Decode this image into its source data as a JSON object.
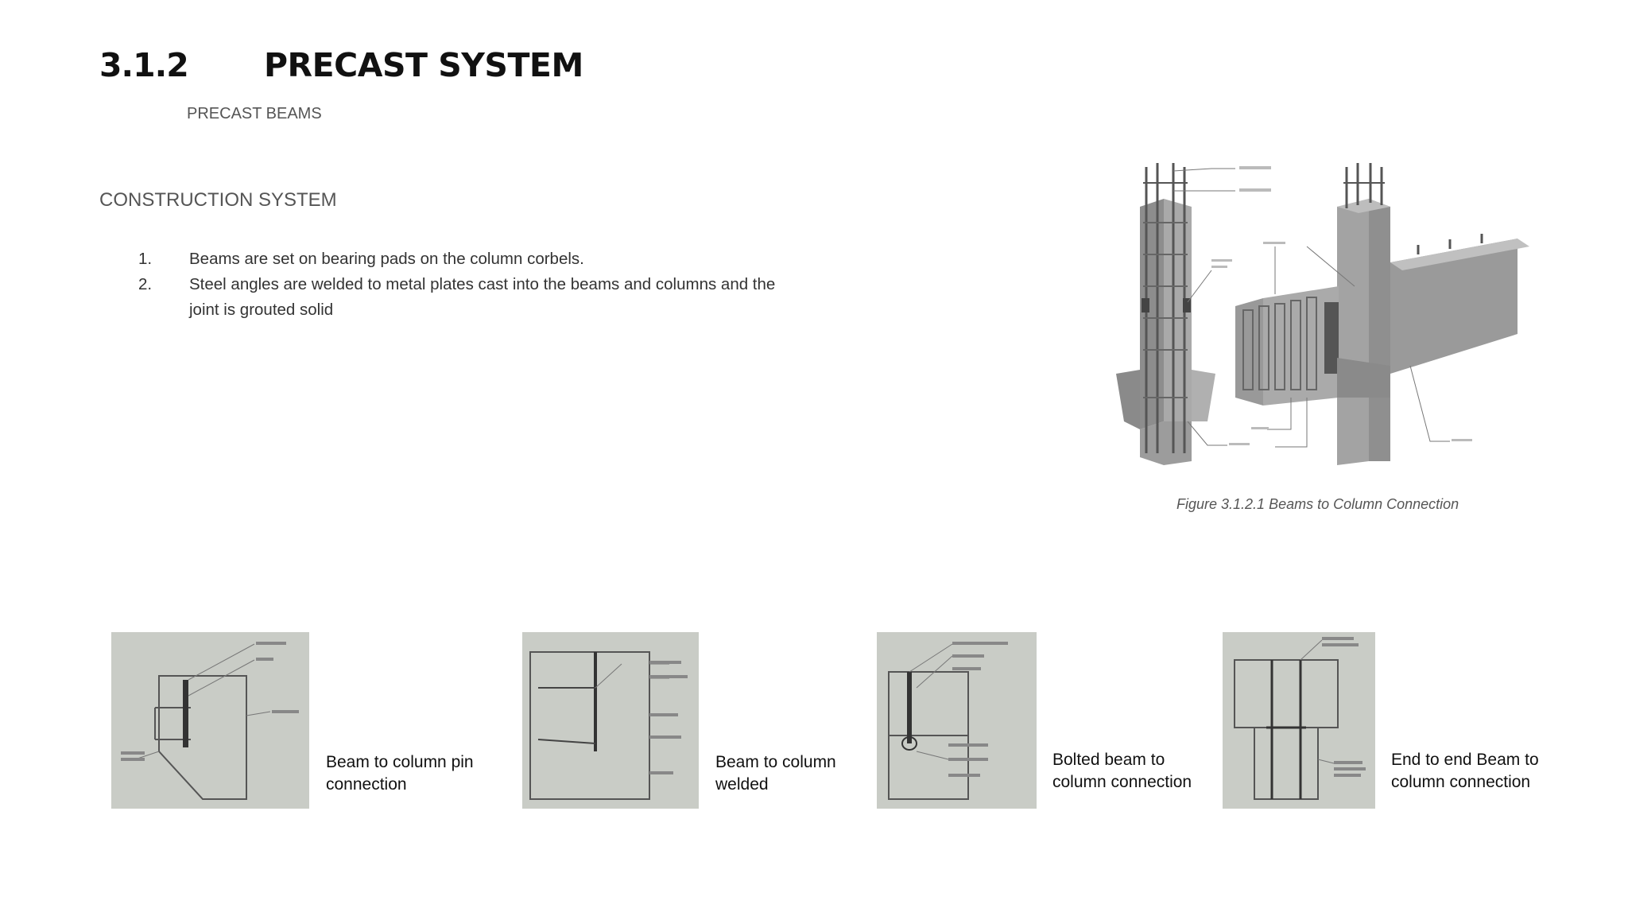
{
  "header": {
    "section_number": "3.1.2",
    "title": "PRECAST SYSTEM",
    "subtitle": "PRECAST BEAMS"
  },
  "construction": {
    "label": "CONSTRUCTION SYSTEM",
    "steps": [
      {
        "num": "1.",
        "text": "Beams are set on bearing pads on the column corbels."
      },
      {
        "num": "2.",
        "text": "Steel angles are welded to metal plates cast into the beams and columns and the joint is grouted solid"
      }
    ]
  },
  "main_figure": {
    "icon": "beam-column-connection-illustration",
    "caption": "Figure 3.1.2.1  Beams to Column Connection"
  },
  "connections": [
    {
      "caption": "Beam to column pin connection",
      "icon": "pin-connection-detail"
    },
    {
      "caption": "Beam to column welded",
      "icon": "welded-connection-detail"
    },
    {
      "caption": "Bolted beam to column connection",
      "icon": "bolted-connection-detail"
    },
    {
      "caption": "End to end Beam to column connection",
      "icon": "end-to-end-connection-detail"
    }
  ],
  "colors": {
    "heading": "#111111",
    "subtle_text": "#555555",
    "thumbnail_bg": "#c9ccc6"
  }
}
